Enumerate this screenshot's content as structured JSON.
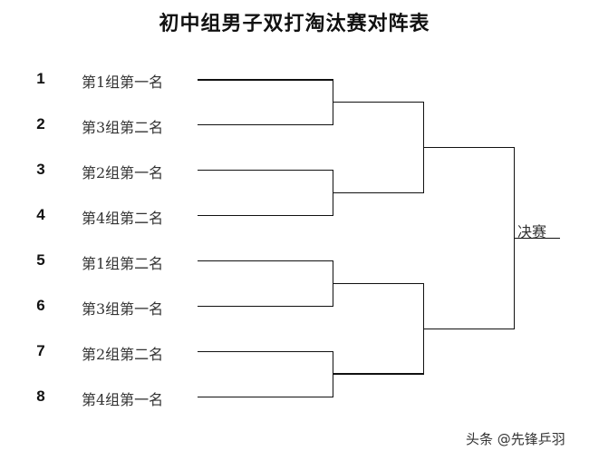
{
  "title": "初中组男子双打淘汰赛对阵表",
  "entries": [
    {
      "seed": "1",
      "name": "第1组第一名"
    },
    {
      "seed": "2",
      "name": "第3组第二名"
    },
    {
      "seed": "3",
      "name": "第2组第一名"
    },
    {
      "seed": "4",
      "name": "第4组第二名"
    },
    {
      "seed": "5",
      "name": "第1组第二名"
    },
    {
      "seed": "6",
      "name": "第3组第一名"
    },
    {
      "seed": "7",
      "name": "第2组第二名"
    },
    {
      "seed": "8",
      "name": "第4组第一名"
    }
  ],
  "final_label": "决赛",
  "watermark": "头条 @先锋乒羽"
}
